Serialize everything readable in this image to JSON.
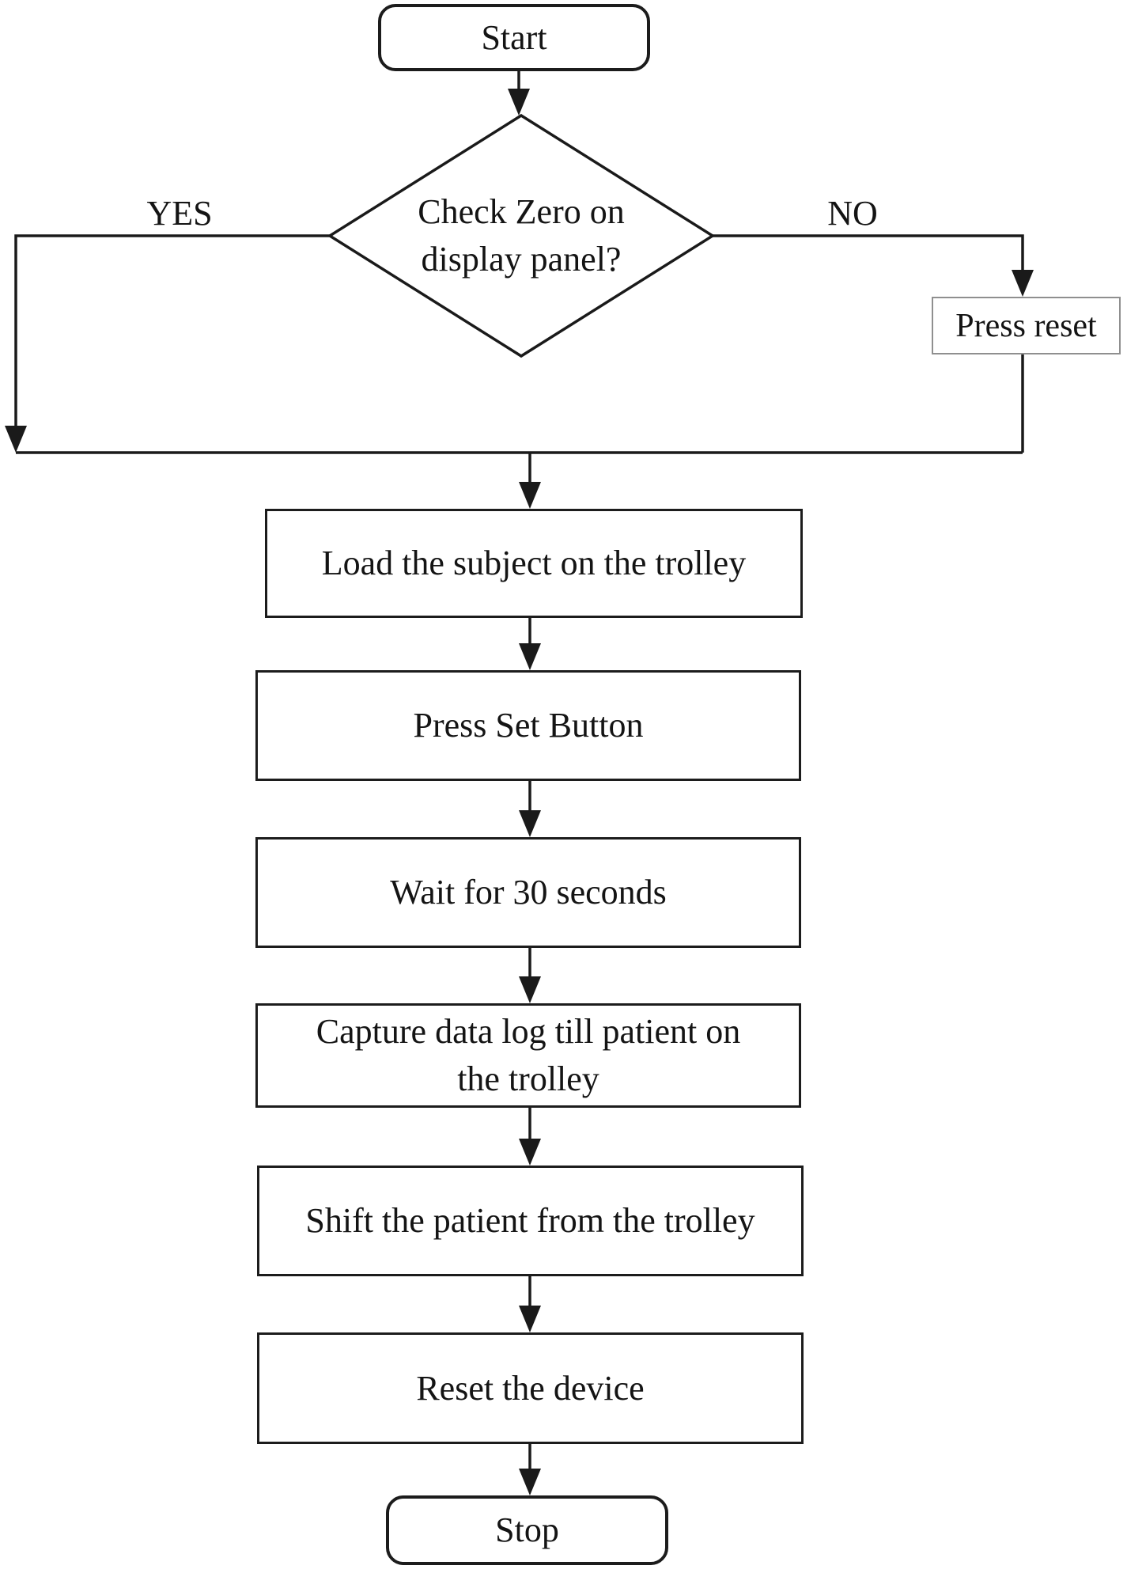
{
  "figure": {
    "type": "flowchart",
    "background_color": "#ffffff",
    "line_color": "#1a1a1a",
    "box_border_color": "#1c1c1c",
    "reset_box_border_color": "#8f8f8f",
    "text_color": "#141414"
  },
  "nodes": {
    "start": {
      "shape": "rounded-terminal",
      "label": "Start"
    },
    "decision": {
      "shape": "diamond",
      "lines": [
        "Check Zero on",
        "display panel?"
      ]
    },
    "press_reset": {
      "shape": "rect",
      "label": "Press reset"
    },
    "load": {
      "shape": "rect",
      "label": "Load the subject on the trolley"
    },
    "press_set": {
      "shape": "rect",
      "label": "Press Set Button"
    },
    "wait": {
      "shape": "rect",
      "label": "Wait for 30 seconds"
    },
    "capture": {
      "shape": "rect",
      "lines": [
        "Capture data log till patient on",
        "the trolley"
      ]
    },
    "shift": {
      "shape": "rect",
      "label": "Shift the patient from the trolley"
    },
    "reset_device": {
      "shape": "rect",
      "label": "Reset the device"
    },
    "stop": {
      "shape": "rounded-terminal",
      "label": "Stop"
    }
  },
  "branches": {
    "yes": "YES",
    "no": "NO"
  },
  "flow_order": [
    "start",
    "decision (YES -> continue, NO -> press_reset -> continue)",
    "load",
    "press_set",
    "wait",
    "capture",
    "shift",
    "reset_device",
    "stop"
  ]
}
